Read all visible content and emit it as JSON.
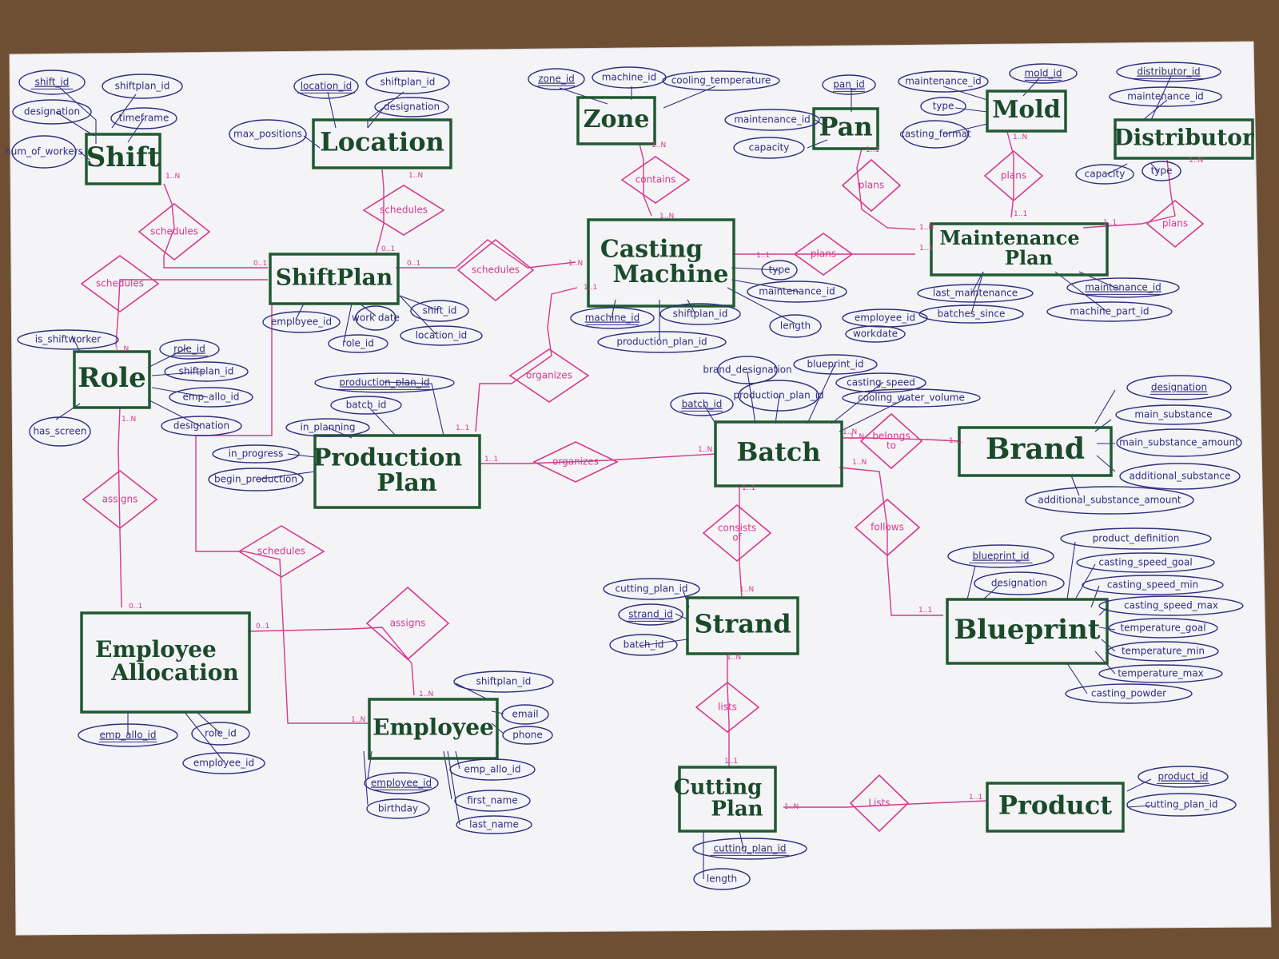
{
  "entities": [
    {
      "id": "shift",
      "label": "Shift"
    },
    {
      "id": "location",
      "label": "Location"
    },
    {
      "id": "zone",
      "label": "Zone"
    },
    {
      "id": "pan",
      "label": "Pan"
    },
    {
      "id": "mold",
      "label": "Mold"
    },
    {
      "id": "distributor",
      "label": "Distributor"
    },
    {
      "id": "shiftplan",
      "label": "ShiftPlan"
    },
    {
      "id": "casting",
      "label": "Casting Machine"
    },
    {
      "id": "maintenance",
      "label": "Maintenance Plan"
    },
    {
      "id": "role",
      "label": "Role"
    },
    {
      "id": "production",
      "label": "Production Plan"
    },
    {
      "id": "batch",
      "label": "Batch"
    },
    {
      "id": "brand",
      "label": "Brand"
    },
    {
      "id": "empalloc",
      "label": "Employee Allocation"
    },
    {
      "id": "employee",
      "label": "Employee"
    },
    {
      "id": "strand",
      "label": "Strand"
    },
    {
      "id": "blueprint",
      "label": "Blueprint"
    },
    {
      "id": "cutting",
      "label": "Cutting Plan"
    },
    {
      "id": "product",
      "label": "Product"
    }
  ],
  "relationships": [
    {
      "id": "r_shift",
      "label": "schedules"
    },
    {
      "id": "r_loc",
      "label": "schedules"
    },
    {
      "id": "r_contains",
      "label": "contains"
    },
    {
      "id": "r_pan",
      "label": "plans"
    },
    {
      "id": "r_mold",
      "label": "plans"
    },
    {
      "id": "r_dist",
      "label": "plans"
    },
    {
      "id": "r_role",
      "label": "schedules"
    },
    {
      "id": "r_sp_cm",
      "label": "schedules"
    },
    {
      "id": "r_cm_mp",
      "label": "plans"
    },
    {
      "id": "r_org1",
      "label": "organizes"
    },
    {
      "id": "r_org2",
      "label": "organizes"
    },
    {
      "id": "r_belongs",
      "label": "belongs to"
    },
    {
      "id": "r_assigns1",
      "label": "assigns"
    },
    {
      "id": "r_sched_pp",
      "label": "schedules"
    },
    {
      "id": "r_consists",
      "label": "consists of"
    },
    {
      "id": "r_follows",
      "label": "follows"
    },
    {
      "id": "r_assigns2",
      "label": "assigns"
    },
    {
      "id": "r_lists1",
      "label": "lists"
    },
    {
      "id": "r_lists2",
      "label": "Lists"
    }
  ],
  "attributes": [
    {
      "id": "a1",
      "label": "shift_id",
      "key": true
    },
    {
      "id": "a2",
      "label": "shiftplan_id",
      "key": false
    },
    {
      "id": "a3",
      "label": "designation",
      "key": false
    },
    {
      "id": "a4",
      "label": "timeframe",
      "key": false
    },
    {
      "id": "a5",
      "label": "num_of_workers",
      "key": false
    },
    {
      "id": "a6",
      "label": "location_id",
      "key": true
    },
    {
      "id": "a7",
      "label": "shiftplan_id",
      "key": false
    },
    {
      "id": "a8",
      "label": "designation",
      "key": false
    },
    {
      "id": "a9",
      "label": "max_positions",
      "key": false
    },
    {
      "id": "a10",
      "label": "zone_id",
      "key": true
    },
    {
      "id": "a11",
      "label": "machine_id",
      "key": false
    },
    {
      "id": "a12",
      "label": "cooling_temperature",
      "key": false
    },
    {
      "id": "a13",
      "label": "pan_id",
      "key": true
    },
    {
      "id": "a14",
      "label": "maintenance_id",
      "key": false
    },
    {
      "id": "a15",
      "label": "capacity",
      "key": false
    },
    {
      "id": "a16",
      "label": "maintenance_id",
      "key": false
    },
    {
      "id": "a17",
      "label": "mold_id",
      "key": true
    },
    {
      "id": "a18",
      "label": "type",
      "key": false
    },
    {
      "id": "a19",
      "label": "casting_format",
      "key": false
    },
    {
      "id": "a20",
      "label": "distributor_id",
      "key": true
    },
    {
      "id": "a21",
      "label": "maintenance_id",
      "key": false
    },
    {
      "id": "a22",
      "label": "capacity",
      "key": false
    },
    {
      "id": "a23",
      "label": "type",
      "key": false
    },
    {
      "id": "a24",
      "label": "employee_id",
      "key": false
    },
    {
      "id": "a25",
      "label": "work date",
      "key": false
    },
    {
      "id": "a26",
      "label": "shift_id",
      "key": false
    },
    {
      "id": "a27",
      "label": "role_id",
      "key": false
    },
    {
      "id": "a28",
      "label": "location_id",
      "key": false
    },
    {
      "id": "a29",
      "label": "type",
      "key": false
    },
    {
      "id": "a30",
      "label": "maintenance_id",
      "key": false
    },
    {
      "id": "a31",
      "label": "length",
      "key": false
    },
    {
      "id": "a32",
      "label": "machine_id",
      "key": true
    },
    {
      "id": "a33",
      "label": "shiftplan_id",
      "key": false
    },
    {
      "id": "a34",
      "label": "production_plan_id",
      "key": false
    },
    {
      "id": "a35",
      "label": "employee_id",
      "key": false
    },
    {
      "id": "a36",
      "label": "workdate",
      "key": false
    },
    {
      "id": "a37",
      "label": "last_maintenance",
      "key": false
    },
    {
      "id": "a38",
      "label": "batches_since",
      "key": false
    },
    {
      "id": "a39",
      "label": "maintenance_id",
      "key": true
    },
    {
      "id": "a40",
      "label": "machine_part_id",
      "key": false
    },
    {
      "id": "a41",
      "label": "is_shiftworker",
      "key": false
    },
    {
      "id": "a42",
      "label": "role_id",
      "key": true
    },
    {
      "id": "a43",
      "label": "shiftplan_id",
      "key": false
    },
    {
      "id": "a44",
      "label": "emp_allo_id",
      "key": false
    },
    {
      "id": "a45",
      "label": "designation",
      "key": false
    },
    {
      "id": "a46",
      "label": "has_screen",
      "key": false
    },
    {
      "id": "a47",
      "label": "production_plan_id",
      "key": true
    },
    {
      "id": "a48",
      "label": "batch_id",
      "key": false
    },
    {
      "id": "a49",
      "label": "in_planning",
      "key": false
    },
    {
      "id": "a50",
      "label": "in_progress",
      "key": false
    },
    {
      "id": "a51",
      "label": "begin_production",
      "key": false
    },
    {
      "id": "a52",
      "label": "brand_designation",
      "key": false
    },
    {
      "id": "a53",
      "label": "blueprint_id",
      "key": false
    },
    {
      "id": "a54",
      "label": "batch_id",
      "key": true
    },
    {
      "id": "a55",
      "label": "production_plan_id",
      "key": false
    },
    {
      "id": "a56",
      "label": "casting_speed",
      "key": false
    },
    {
      "id": "a57",
      "label": "cooling_water_volume",
      "key": false
    },
    {
      "id": "a58",
      "label": "designation",
      "key": true
    },
    {
      "id": "a59",
      "label": "main_substance",
      "key": false
    },
    {
      "id": "a60",
      "label": "main_substance_amount",
      "key": false
    },
    {
      "id": "a61",
      "label": "additional_substance",
      "key": false
    },
    {
      "id": "a62",
      "label": "additional_substance_amount",
      "key": false
    },
    {
      "id": "a63",
      "label": "emp_allo_id",
      "key": true
    },
    {
      "id": "a64",
      "label": "role_id",
      "key": false
    },
    {
      "id": "a65",
      "label": "employee_id",
      "key": false
    },
    {
      "id": "a66",
      "label": "shiftplan_id",
      "key": false
    },
    {
      "id": "a67",
      "label": "email",
      "key": false
    },
    {
      "id": "a68",
      "label": "phone",
      "key": false
    },
    {
      "id": "a69",
      "label": "employee_id",
      "key": true
    },
    {
      "id": "a70",
      "label": "emp_allo_id",
      "key": false
    },
    {
      "id": "a71",
      "label": "birthday",
      "key": false
    },
    {
      "id": "a72",
      "label": "first_name",
      "key": false
    },
    {
      "id": "a73",
      "label": "last_name",
      "key": false
    },
    {
      "id": "a74",
      "label": "cutting_plan_id",
      "key": false
    },
    {
      "id": "a75",
      "label": "strand_id",
      "key": true
    },
    {
      "id": "a76",
      "label": "batch_id",
      "key": false
    },
    {
      "id": "a77",
      "label": "blueprint_id",
      "key": true
    },
    {
      "id": "a78",
      "label": "designation",
      "key": false
    },
    {
      "id": "a79",
      "label": "product_definition",
      "key": false
    },
    {
      "id": "a80",
      "label": "casting_speed_goal",
      "key": false
    },
    {
      "id": "a81",
      "label": "casting_speed_min",
      "key": false
    },
    {
      "id": "a82",
      "label": "casting_speed_max",
      "key": false
    },
    {
      "id": "a83",
      "label": "temperature_goal",
      "key": false
    },
    {
      "id": "a84",
      "label": "temperature_min",
      "key": false
    },
    {
      "id": "a85",
      "label": "temperature_max",
      "key": false
    },
    {
      "id": "a86",
      "label": "casting_powder",
      "key": false
    },
    {
      "id": "a87",
      "label": "cutting_plan_id",
      "key": true
    },
    {
      "id": "a88",
      "label": "length",
      "key": false
    },
    {
      "id": "a89",
      "label": "product_id",
      "key": true
    },
    {
      "id": "a90",
      "label": "cutting_plan_id",
      "key": false
    }
  ],
  "cardinalities": [
    {
      "id": "c1",
      "label": "1..N"
    },
    {
      "id": "c2",
      "label": "0..1"
    },
    {
      "id": "c3",
      "label": "1..N"
    },
    {
      "id": "c4",
      "label": "0..1"
    },
    {
      "id": "c5",
      "label": "0..1"
    },
    {
      "id": "c6",
      "label": "1..N"
    },
    {
      "id": "c7",
      "label": "1..N"
    },
    {
      "id": "c8",
      "label": "1..N"
    },
    {
      "id": "c9",
      "label": "1..1"
    },
    {
      "id": "c10",
      "label": "1..N"
    },
    {
      "id": "c11",
      "label": "1..1"
    },
    {
      "id": "c12",
      "label": "1..N"
    },
    {
      "id": "c13",
      "label": "1..1"
    },
    {
      "id": "c14",
      "label": "1..1"
    },
    {
      "id": "c15",
      "label": "1..N"
    },
    {
      "id": "c16",
      "label": "1..1"
    },
    {
      "id": "c17",
      "label": "1..1"
    },
    {
      "id": "c18",
      "label": "1..1"
    },
    {
      "id": "c19",
      "label": "1..N"
    },
    {
      "id": "c20",
      "label": "1..1"
    },
    {
      "id": "c21",
      "label": "1..N"
    },
    {
      "id": "c22",
      "label": "1..N"
    },
    {
      "id": "c23",
      "label": "1..1"
    },
    {
      "id": "c24",
      "label": "1..N"
    },
    {
      "id": "c25",
      "label": "0..1"
    },
    {
      "id": "c26",
      "label": "0..1"
    },
    {
      "id": "c27",
      "label": "1..N"
    },
    {
      "id": "c28",
      "label": "1..N"
    },
    {
      "id": "c29",
      "label": "1..1"
    },
    {
      "id": "c30",
      "label": "1..N"
    },
    {
      "id": "c31",
      "label": "1..N"
    },
    {
      "id": "c32",
      "label": "1..1"
    },
    {
      "id": "c33",
      "label": "1..N"
    },
    {
      "id": "c34",
      "label": "1..1"
    },
    {
      "id": "c35",
      "label": "1..N"
    },
    {
      "id": "c36",
      "label": "1..1"
    },
    {
      "id": "c37",
      "label": "1..N"
    }
  ],
  "colors": {
    "entity": "#1f5a32",
    "relationship": "#d43a8c",
    "attribute": "#2f2f80",
    "paper": "#f4f3f6",
    "wood": "#6e4f33"
  }
}
